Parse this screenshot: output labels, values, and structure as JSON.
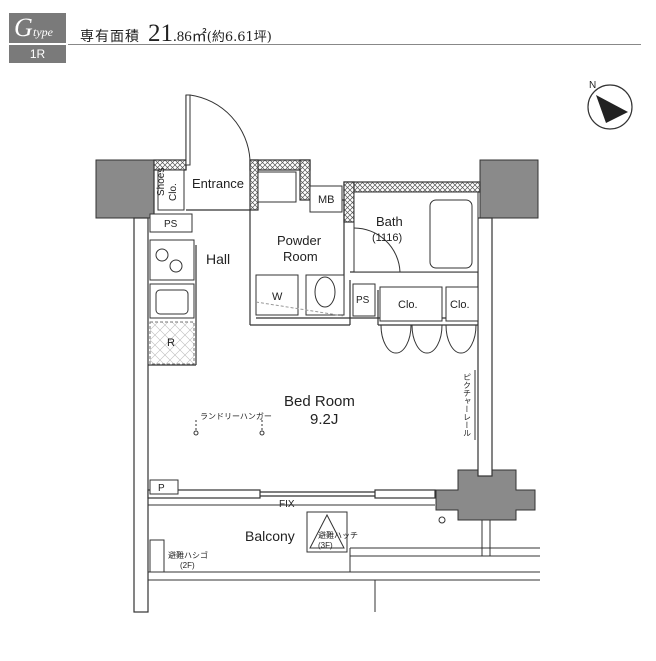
{
  "header": {
    "type_letter": "G",
    "type_suffix": "type",
    "room_type": "1R",
    "area_label": "専有面積",
    "area_int": "21",
    "area_dec": ".86㎡",
    "area_tsubo": "(約6.61坪)"
  },
  "compass": {
    "north": "N"
  },
  "rooms": {
    "entrance": "Entrance",
    "shoes_1": "Shoes",
    "shoes_2": "Clo.",
    "ps_left": "PS",
    "ps_right": "PS",
    "mb": "MB",
    "hall": "Hall",
    "bath": "Bath",
    "bath_size": "(1116)",
    "powder_1": "Powder",
    "powder_2": "Room",
    "washer": "W",
    "clo_1": "Clo.",
    "clo_2": "Clo.",
    "fridge": "R",
    "bedroom": "Bed Room",
    "bedroom_size": "9.2J",
    "laundry_hanger": "ランドリーハンガー",
    "picture_rail": "ピクチャーレール",
    "p_box": "P",
    "fix": "FIX",
    "balcony": "Balcony",
    "hatch": "避難ハッチ",
    "hatch_floor": "(3F)",
    "ladder": "避難ハシゴ",
    "ladder_floor": "(2F)"
  }
}
